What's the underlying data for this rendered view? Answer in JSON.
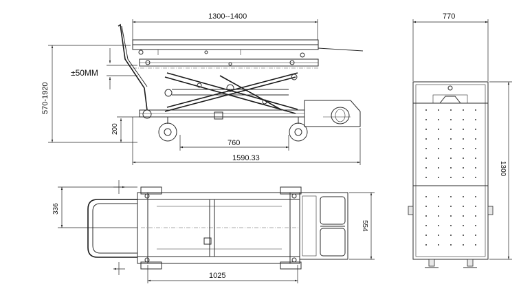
{
  "dimensions": {
    "platform_length": "1300--1400",
    "width_770": "770",
    "height_range": "570-1920",
    "tolerance": "±50MM",
    "min_height": "200",
    "wheelbase": "760",
    "overall_length": "1590.33",
    "height_336": "336",
    "width_554": "554",
    "frame_length": "1025",
    "length_1300": "1300"
  },
  "colors": {
    "line": "#2a2a2a",
    "background": "#ffffff"
  }
}
